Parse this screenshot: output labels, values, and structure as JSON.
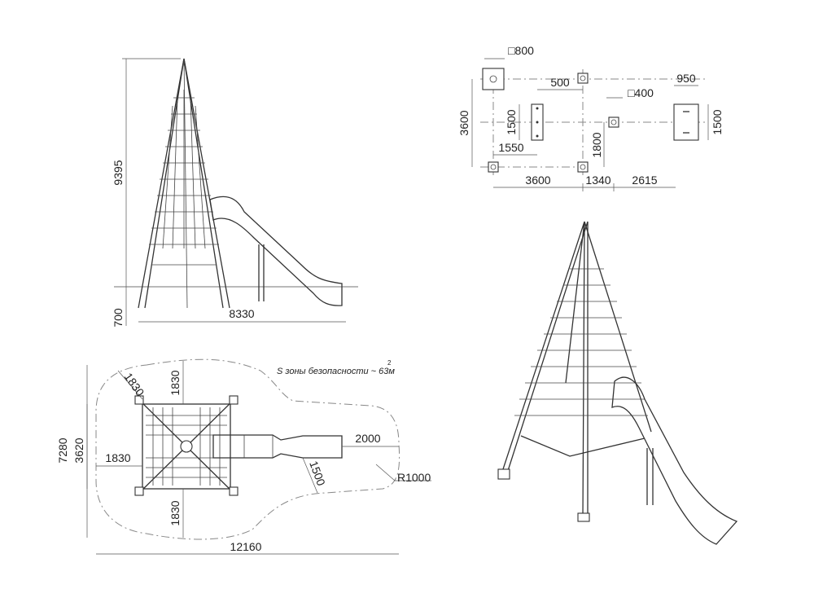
{
  "side_view": {
    "height": "9395",
    "ground_depth": "700",
    "width": "8330"
  },
  "top_view": {
    "safety_zone_label": "S зоны безопасности ~ 63м",
    "safety_zone_exp": "2",
    "clearance_diag": "1830",
    "clearance_top": "1830",
    "clearance_left": "1830",
    "clearance_bottom": "1830",
    "total_height": "7280",
    "frame_height": "3620",
    "slide_exit": "2000",
    "slide_exit_side": "1500",
    "radius": "R1000",
    "total_width": "12160"
  },
  "foundation_plan": {
    "footing_large": "□800",
    "offset_500": "500",
    "footing_small": "□400",
    "footing_exit": "950",
    "depth_left": "3600",
    "pad_1500_left": "1500",
    "pad_1500_right": "1500",
    "offset_1550": "1550",
    "offset_1800": "1800",
    "span_3600": "3600",
    "span_1340": "1340",
    "span_2615": "2615"
  }
}
